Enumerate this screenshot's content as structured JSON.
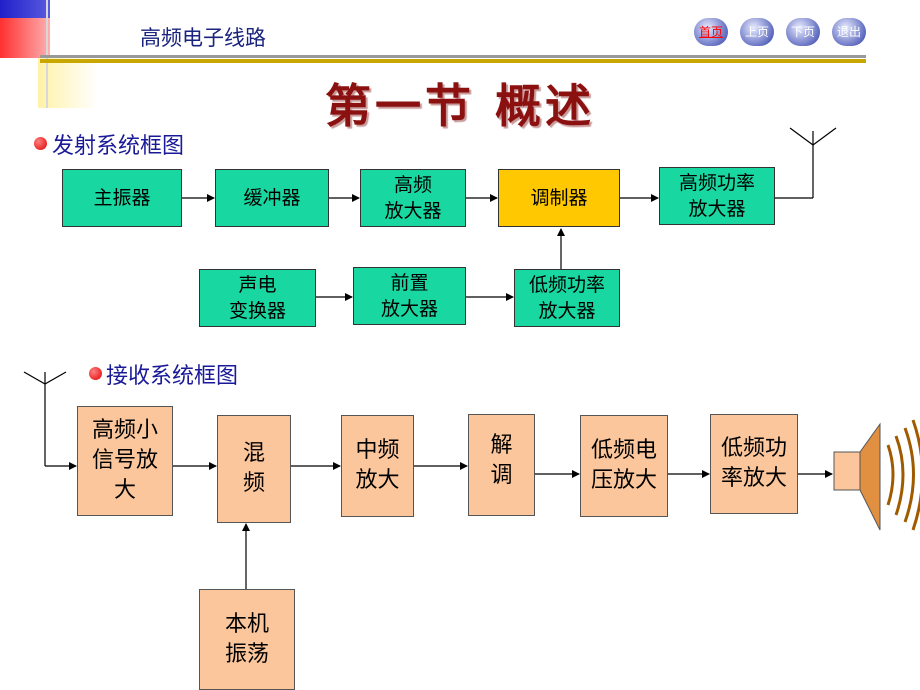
{
  "header": {
    "course_title": "高频电子线路"
  },
  "nav": {
    "home": "首页",
    "prev": "上页",
    "next": "下页",
    "exit": "退出"
  },
  "section_title": "第一节  概述",
  "transmitter": {
    "heading": "发射系统框图",
    "blocks": {
      "oscillator": "主振器",
      "buffer": "缓冲器",
      "rf_amp": "高频\n放大器",
      "modulator": "调制器",
      "rf_power_amp": "高频功率\n放大器",
      "transducer": "声电\n变换器",
      "preamp": "前置\n放大器",
      "lf_power_amp": "低频功率\n放大器"
    }
  },
  "receiver": {
    "heading": "接收系统框图",
    "blocks": {
      "rf_small_amp": "高频小\n信号放\n大",
      "mixer": "混\n频",
      "if_amp": "中频\n放大",
      "demod": "解\n调",
      "lf_voltage_amp": "低频电\n压放大",
      "lf_power_amp": "低频功\n率放大",
      "local_osc": "本机\n振荡"
    }
  }
}
